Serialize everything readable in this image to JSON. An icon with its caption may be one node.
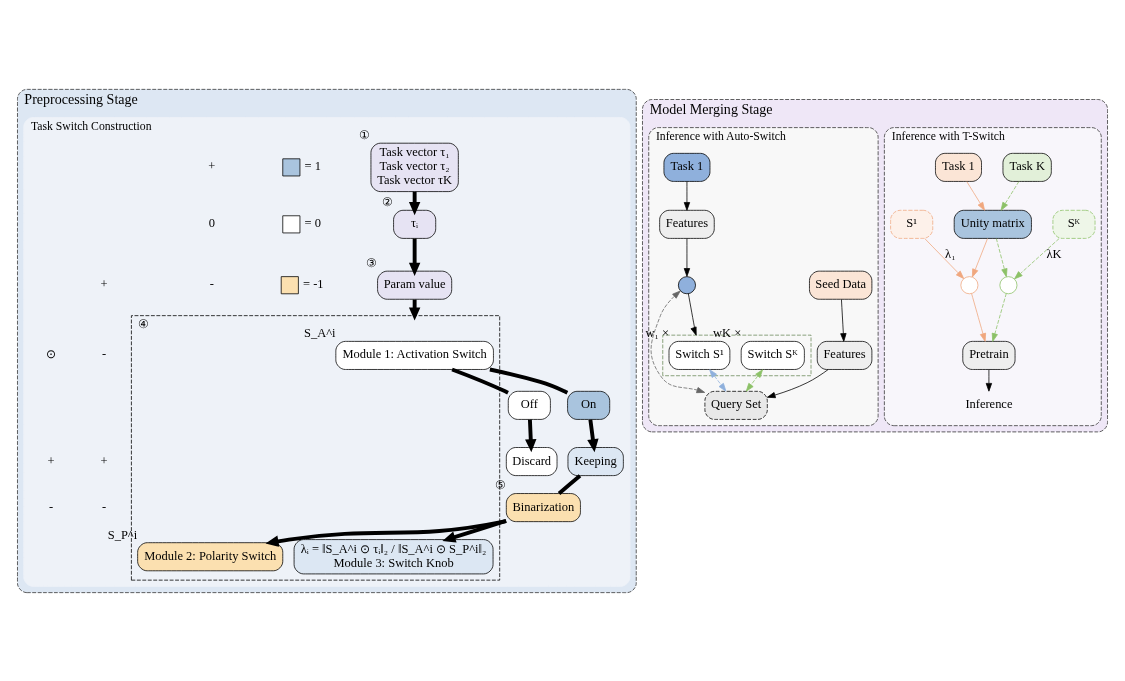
{
  "diagram": {
    "nodes": [
      {
        "text": [
          "Preprocessing Stage"
        ]
      },
      {
        "text": [
          "Task Switch Construction"
        ],
        "in": 0
      },
      {
        "text": [
          "Task vector τ₁",
          "Task vector τ₂",
          "Task vector τK"
        ],
        "in": 1,
        "beside": [
          "①"
        ]
      },
      {
        "text": [
          "τᵢ"
        ],
        "in": 1,
        "beside": [
          "②"
        ]
      },
      {
        "text": [
          "Param value"
        ],
        "in": 1,
        "beside": [
          "③"
        ]
      },
      {
        "text": [
          "Discard"
        ],
        "in": 1
      },
      {
        "text": [
          "Off"
        ],
        "in": 1
      },
      {
        "text": [
          "On"
        ],
        "in": 1
      },
      {
        "text": [
          "Keeping"
        ],
        "in": 1
      },
      {
        "text": [
          "Binarization"
        ],
        "in": 1,
        "beside": [
          "⑤"
        ]
      },
      {
        "text": [],
        "shape": "box",
        "in": 1,
        "beside": [
          "④"
        ]
      },
      {
        "text": [
          "Module 1: Activation Switch"
        ],
        "in": 10,
        "beside": [
          "S_A^i"
        ]
      },
      {
        "text": [
          "Module 2: Polarity Switch"
        ],
        "in": 10,
        "beside": [
          "S_P^i"
        ]
      },
      {
        "text": [
          "λᵢ = ‖S_A^i ⊙ τᵢ‖₂ / ‖S_A^i ⊙ S_P^i‖₂",
          "Module 3: Switch Knob"
        ],
        "in": 10
      },
      {
        "text": [
          "Model Merging Stage"
        ]
      },
      {
        "text": [
          "Inference with T-Switch"
        ],
        "in": 14
      },
      {
        "text": [
          "Task 1"
        ],
        "in": 15
      },
      {
        "text": [
          "Task K"
        ],
        "in": 15
      },
      {
        "text": [
          "Unity matrix"
        ],
        "in": 15
      },
      {
        "text": [
          "S¹"
        ],
        "in": 15
      },
      {
        "text": [
          "Sᴷ"
        ],
        "in": 15
      },
      {
        "text": [],
        "shape": "circle",
        "in": 15
      },
      {
        "text": [],
        "shape": "circle",
        "in": 15
      },
      {
        "text": [
          "Pretrain"
        ],
        "in": 15
      },
      {
        "text": [
          "Inference"
        ],
        "in": 15
      },
      {
        "text": [
          "Inference with Auto-Switch"
        ],
        "in": 14
      },
      {
        "text": [
          "Seed Data"
        ],
        "in": 25
      },
      {
        "text": [
          "Task 1"
        ],
        "in": 25
      },
      {
        "text": [
          "Features"
        ],
        "in": 25
      },
      {
        "text": [
          "Features"
        ],
        "in": 25
      },
      {
        "text": [
          "Query Set"
        ],
        "in": 25
      },
      {
        "text": [],
        "shape": "circle",
        "in": 25
      },
      {
        "text": [],
        "shape": "box",
        "in": 25
      },
      {
        "text": [
          "Switch S¹"
        ],
        "in": 32,
        "beside": [
          "w₁ ×"
        ]
      },
      {
        "text": [
          "Switch Sᴷ"
        ],
        "in": 32,
        "beside": [
          "wK ×"
        ]
      }
    ],
    "edges": [
      {
        "from": 2,
        "to": 3,
        "arrow": "to",
        "style": "thick"
      },
      {
        "from": 3,
        "to": 4,
        "arrow": "to",
        "style": "thick"
      },
      {
        "from": 4,
        "to": 10,
        "arrow": "to",
        "style": "thick"
      },
      {
        "from": 11,
        "to": 6,
        "arrow": "none",
        "style": "thick"
      },
      {
        "from": 6,
        "to": 5,
        "arrow": "to",
        "style": "thick"
      },
      {
        "from": 11,
        "to": 7,
        "arrow": "none",
        "style": "thick"
      },
      {
        "from": 7,
        "to": 8,
        "arrow": "to",
        "style": "thick"
      },
      {
        "from": 8,
        "to": 9,
        "arrow": "none",
        "style": "thick"
      },
      {
        "from": 9,
        "to": 12,
        "arrow": "to",
        "style": "thick"
      },
      {
        "from": 9,
        "to": 13,
        "arrow": "to",
        "style": "thick"
      },
      {
        "from": 16,
        "to": 18,
        "arrow": "to",
        "color": "#f0a77e"
      },
      {
        "from": 17,
        "to": 18,
        "arrow": "to",
        "style": "dashed",
        "color": "#8cc167"
      },
      {
        "from": 18,
        "to": 21,
        "arrow": "to",
        "color": "#f0a77e"
      },
      {
        "from": 18,
        "to": 22,
        "arrow": "to",
        "style": "dashed",
        "color": "#8cc167"
      },
      {
        "from": 19,
        "to": 21,
        "label": "λ₁",
        "arrow": "to",
        "color": "#f0a77e"
      },
      {
        "from": 20,
        "to": 22,
        "label": "λK",
        "arrow": "to",
        "style": "dashed",
        "color": "#8cc167"
      },
      {
        "from": 21,
        "to": 23,
        "arrow": "to",
        "color": "#f0a77e"
      },
      {
        "from": 22,
        "to": 23,
        "arrow": "to",
        "style": "dashed",
        "color": "#8cc167"
      },
      {
        "from": 23,
        "to": 24,
        "arrow": "to"
      },
      {
        "from": 26,
        "to": 28,
        "arrow": "to"
      },
      {
        "from": 28,
        "to": 30,
        "arrow": "to"
      },
      {
        "from": 27,
        "to": 29,
        "arrow": "to"
      },
      {
        "from": 29,
        "to": 31,
        "arrow": "to"
      },
      {
        "from": 31,
        "to": 32,
        "arrow": "to"
      },
      {
        "from": 31,
        "to": 30,
        "arrow": "both",
        "style": "dashed",
        "color": "#666666"
      },
      {
        "from": 33,
        "to": 30,
        "arrow": "both",
        "style": "dashed",
        "color": "#8fb0dc"
      },
      {
        "from": 34,
        "to": 30,
        "arrow": "both",
        "style": "dashed",
        "color": "#8cc167"
      }
    ],
    "labels": [
      "+",
      "0",
      "-",
      "+",
      "-",
      "+",
      "-",
      "+",
      "-",
      "⊙"
    ],
    "legend": [
      {
        "text": "= 1",
        "color": "#a9c4de"
      },
      {
        "text": "= 0",
        "color": "#ffffff"
      },
      {
        "text": "= -1",
        "color": "#fbe0b0"
      }
    ]
  }
}
